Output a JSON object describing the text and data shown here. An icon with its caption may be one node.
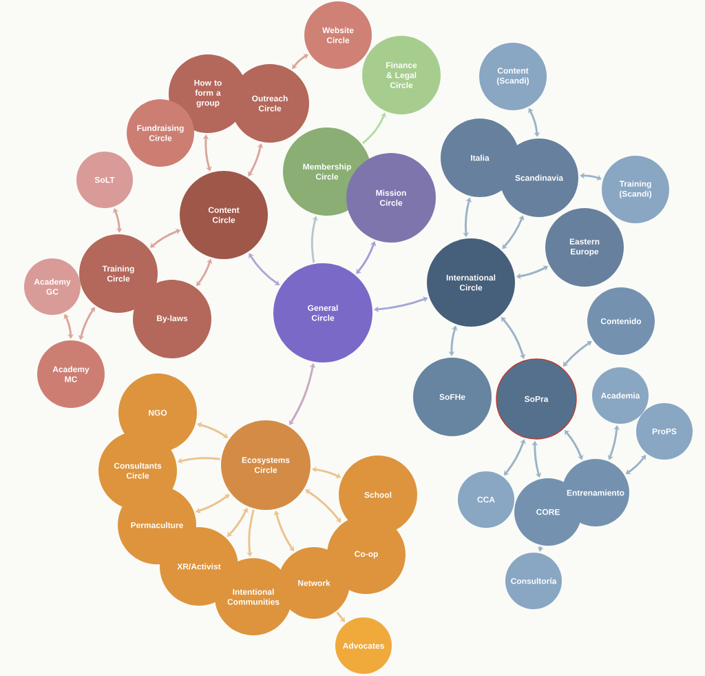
{
  "diagram": {
    "nodes": [
      {
        "text": [
          "Website Circle"
        ]
      },
      {
        "text": [
          "Finance & Legal Circle"
        ]
      },
      {
        "text": [
          "Content (Scandi)"
        ]
      },
      {
        "text": [
          "How to form a group"
        ]
      },
      {
        "text": [
          "Outreach Circle"
        ]
      },
      {
        "text": [
          "Fundraising Circle"
        ]
      },
      {
        "text": [
          "Italia"
        ]
      },
      {
        "text": [
          "Membership Circle"
        ]
      },
      {
        "text": [
          "Scandinavia"
        ]
      },
      {
        "text": [
          "SoLT"
        ]
      },
      {
        "text": [
          "Training (Scandi)"
        ]
      },
      {
        "text": [
          "Mission Circle"
        ]
      },
      {
        "text": [
          "Content Circle"
        ]
      },
      {
        "text": [
          "Eastern Europe"
        ]
      },
      {
        "text": [
          "Training Circle"
        ]
      },
      {
        "text": [
          "International Circle"
        ]
      },
      {
        "text": [
          "Academy GC"
        ]
      },
      {
        "text": [
          "General Circle"
        ]
      },
      {
        "text": [
          "By-laws"
        ]
      },
      {
        "text": [
          "Contenido"
        ]
      },
      {
        "text": [
          "Academy MC"
        ]
      },
      {
        "text": [
          "SoFHe"
        ]
      },
      {
        "text": [
          "SoPra"
        ]
      },
      {
        "text": [
          "Academia"
        ]
      },
      {
        "text": [
          "NGO"
        ]
      },
      {
        "text": [
          "ProPS"
        ]
      },
      {
        "text": [
          "Ecosystems Circle"
        ]
      },
      {
        "text": [
          "Consultants Circle"
        ]
      },
      {
        "text": [
          "Entrenamiento"
        ]
      },
      {
        "text": [
          "School"
        ]
      },
      {
        "text": [
          "CCA"
        ]
      },
      {
        "text": [
          "CORE"
        ]
      },
      {
        "text": [
          "Permaculture"
        ]
      },
      {
        "text": [
          "Co-op"
        ]
      },
      {
        "text": [
          "XR/Activist"
        ]
      },
      {
        "text": [
          "Network"
        ]
      },
      {
        "text": [
          "Consultoría"
        ]
      },
      {
        "text": [
          "Intentional Communities"
        ]
      },
      {
        "text": [
          "Advocates"
        ]
      }
    ],
    "edges": [
      {
        "from": 4,
        "to": 0,
        "arrow": "both",
        "color": "#dba59c"
      },
      {
        "from": 3,
        "to": 12,
        "arrow": "both",
        "color": "#dba59c"
      },
      {
        "from": 4,
        "to": 12,
        "arrow": "both",
        "color": "#dba59c"
      },
      {
        "from": 9,
        "to": 14,
        "arrow": "both",
        "color": "#dba59c"
      },
      {
        "from": 12,
        "to": 14,
        "arrow": "both",
        "color": "#dba59c"
      },
      {
        "from": 12,
        "to": 18,
        "arrow": "both",
        "color": "#dba59c"
      },
      {
        "from": 16,
        "to": 20,
        "arrow": "both",
        "color": "#dba59c"
      },
      {
        "from": 14,
        "to": 20,
        "arrow": "both",
        "color": "#dba59c"
      },
      {
        "from": 12,
        "to": 17,
        "arrow": "both",
        "color": "#b7a3d6"
      },
      {
        "from": 7,
        "to": 1,
        "arrow": "to",
        "color": "#b5dca3"
      },
      {
        "from": 17,
        "to": 7,
        "arrow": "to",
        "color": "#b6c8c8"
      },
      {
        "from": 17,
        "to": 11,
        "arrow": "both",
        "color": "#a99bdb"
      },
      {
        "from": 17,
        "to": 15,
        "arrow": "both",
        "color": "#a3a6d6"
      },
      {
        "from": 17,
        "to": 26,
        "arrow": "both",
        "color": "#c9a8c4"
      },
      {
        "from": 2,
        "to": 8,
        "arrow": "both"
      },
      {
        "from": 8,
        "to": 10,
        "arrow": "both"
      },
      {
        "from": 6,
        "to": 15,
        "arrow": "both"
      },
      {
        "from": 8,
        "to": 15,
        "arrow": "both"
      },
      {
        "from": 13,
        "to": 15,
        "arrow": "both"
      },
      {
        "from": 15,
        "to": 21,
        "arrow": "both"
      },
      {
        "from": 15,
        "to": 22,
        "arrow": "both"
      },
      {
        "from": 22,
        "to": 19,
        "arrow": "both"
      },
      {
        "from": 22,
        "to": 30,
        "arrow": "both"
      },
      {
        "from": 22,
        "to": 31,
        "arrow": "both"
      },
      {
        "from": 22,
        "to": 28,
        "arrow": "both"
      },
      {
        "from": 23,
        "to": 28,
        "arrow": "both"
      },
      {
        "from": 25,
        "to": 28,
        "arrow": "both"
      },
      {
        "from": 31,
        "to": 36,
        "arrow": "to"
      },
      {
        "from": 24,
        "to": 26,
        "arrow": "both",
        "color": "#ebc38e"
      },
      {
        "from": 26,
        "to": 27,
        "arrow": "to",
        "color": "#ebc38e"
      },
      {
        "from": 26,
        "to": 32,
        "arrow": "both",
        "color": "#ebc38e"
      },
      {
        "from": 26,
        "to": 34,
        "arrow": "both",
        "color": "#ebc38e"
      },
      {
        "from": 26,
        "to": 37,
        "arrow": "to",
        "color": "#ebc38e"
      },
      {
        "from": 26,
        "to": 35,
        "arrow": "both",
        "color": "#ebc38e"
      },
      {
        "from": 26,
        "to": 29,
        "arrow": "both",
        "color": "#ebc38e"
      },
      {
        "from": 26,
        "to": 33,
        "arrow": "both",
        "color": "#ebc38e"
      },
      {
        "from": 35,
        "to": 38,
        "arrow": "to",
        "color": "#ebc38e"
      }
    ]
  }
}
